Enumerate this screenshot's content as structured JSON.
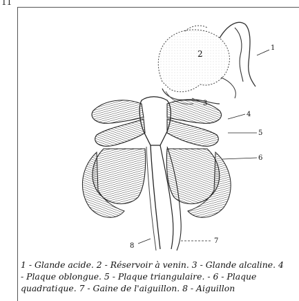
{
  "top_mark": "11",
  "callouts": {
    "n1": "1",
    "n2": "2",
    "n3": "3",
    "n4": "4",
    "n5": "5",
    "n6": "6",
    "n7": "7",
    "n8": "8"
  },
  "caption": {
    "line1": "1 - Glande acide. 2 - Réservoir à venin. 3 - Glande alcaline. 4",
    "line2": "- Plaque oblongue. 5 - Plaque triangulaire. - 6 - Plaque",
    "line3": "quadratique. 7 - Gaine de l'aiguillon. 8 - Aiguillon"
  }
}
